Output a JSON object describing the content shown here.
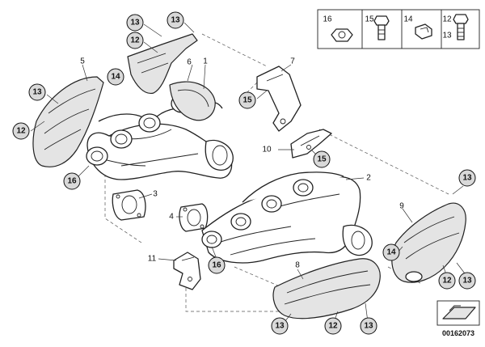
{
  "diagram": {
    "legend": {
      "items": [
        {
          "label": "16",
          "icon": "nut-icon"
        },
        {
          "label": "15",
          "icon": "flange-bolt-icon"
        },
        {
          "label": "14",
          "icon": "clip-icon"
        },
        {
          "label": "12",
          "icon": "stud-bolt-icon"
        },
        {
          "label": "13",
          "icon": "stud-bolt-icon"
        }
      ]
    },
    "callouts": {
      "c_13_top": "13",
      "c_12_top": "12",
      "c_13_topright": "13",
      "c_6": "6",
      "c_1": "1",
      "c_5": "5",
      "c_14_left": "14",
      "c_13_left": "13",
      "c_12_left": "12",
      "c_16_left": "16",
      "c_3": "3",
      "c_7": "7",
      "c_15_mid": "15",
      "c_10": "10",
      "c_15_low": "15",
      "c_2": "2",
      "c_4": "4",
      "c_11": "11",
      "c_16_low": "16",
      "c_8": "8",
      "c_13_right": "13",
      "c_9": "9",
      "c_14_right": "14",
      "c_12_right": "12",
      "c_13_rightlow": "13",
      "c_13_bottom": "13",
      "c_12_bottom": "12",
      "c_13_bottomright": "13"
    },
    "doc_number": "00162073"
  }
}
